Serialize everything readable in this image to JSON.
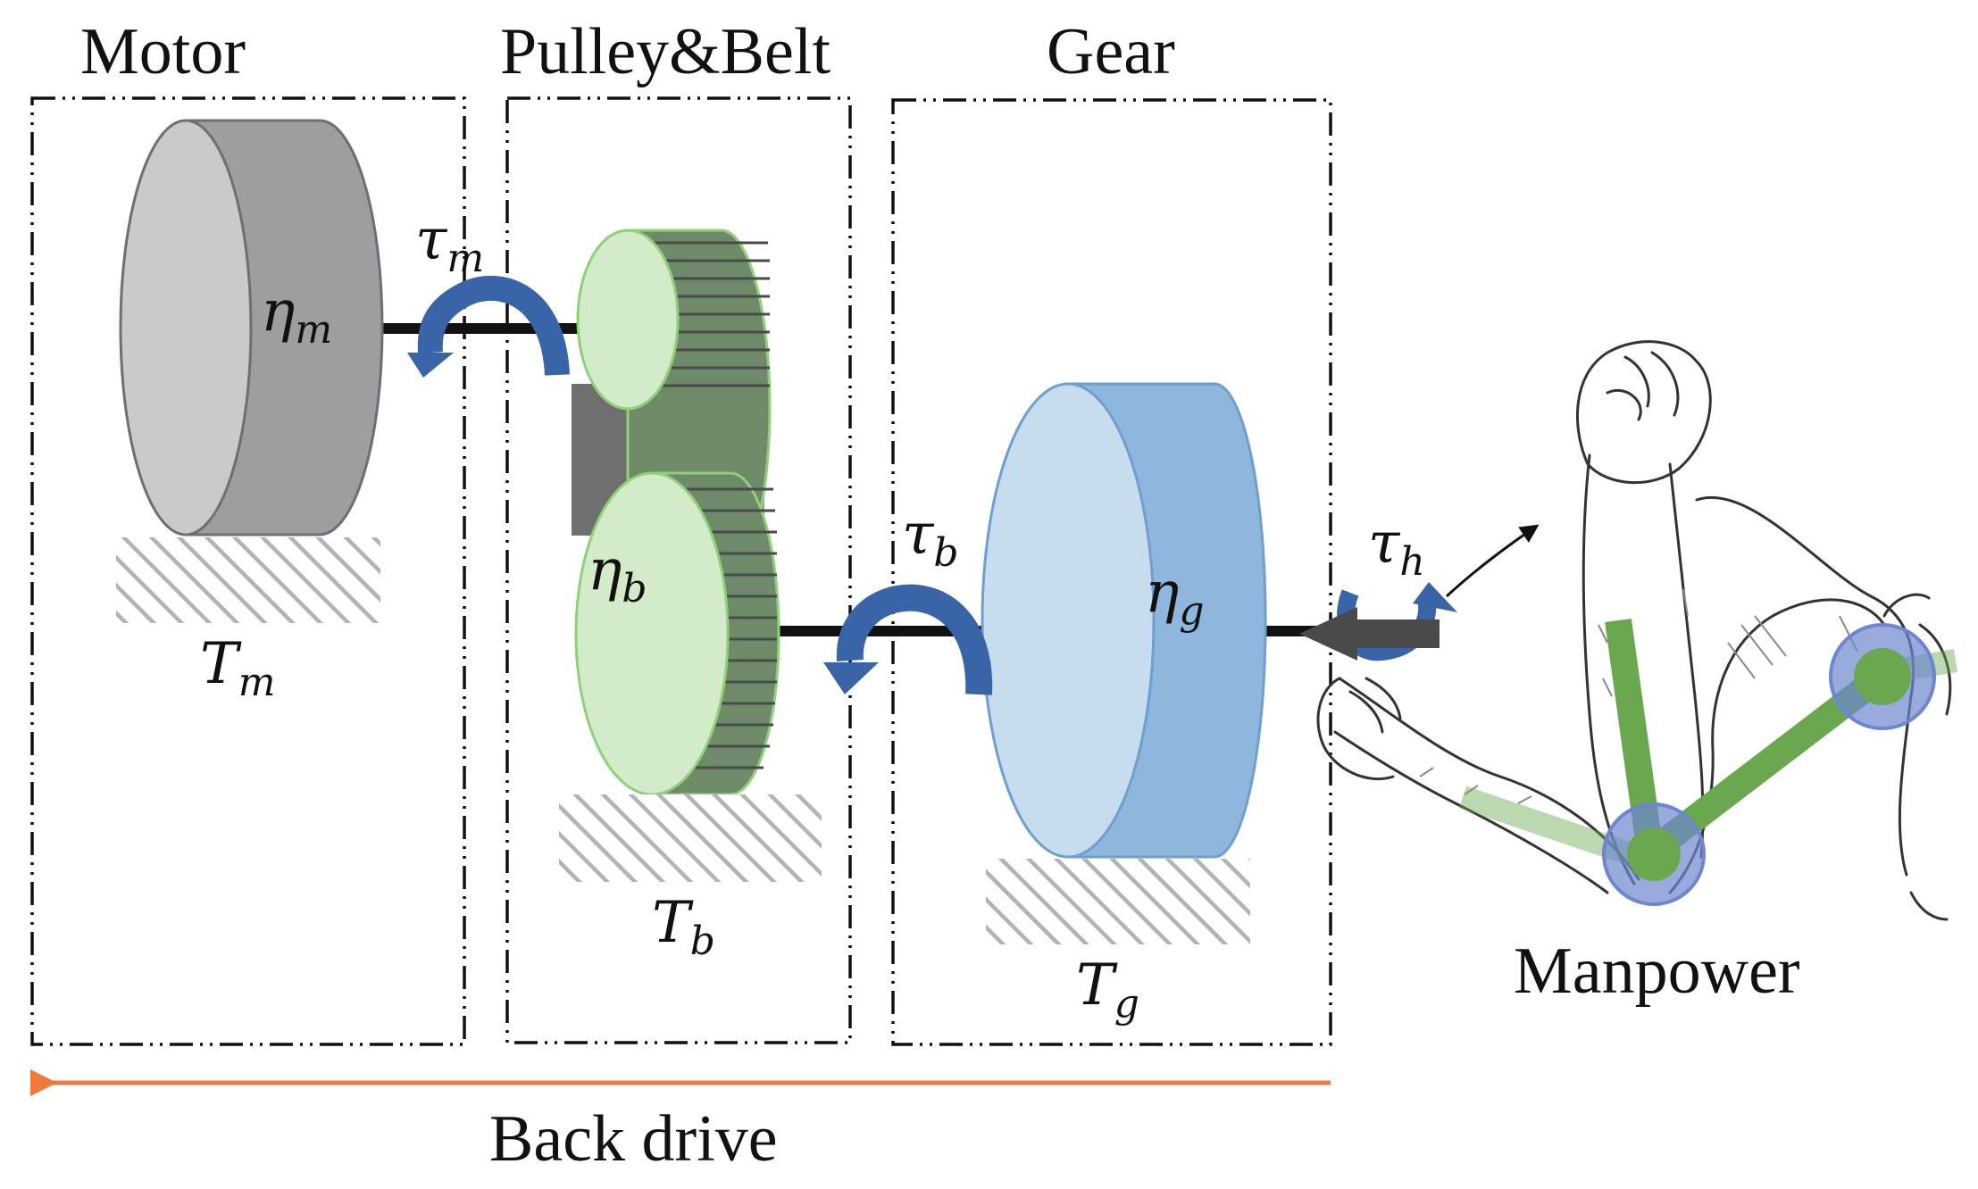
{
  "sections": {
    "motor": {
      "title": "Motor"
    },
    "pulley": {
      "title": "Pulley&Belt"
    },
    "gear": {
      "title": "Gear"
    }
  },
  "labels": {
    "tau_m": {
      "symbol": "τ",
      "sub": "m"
    },
    "eta_m": {
      "symbol": "η",
      "sub": "m"
    },
    "T_m": {
      "symbol": "T",
      "sub": "m"
    },
    "eta_b": {
      "symbol": "η",
      "sub": "b"
    },
    "T_b": {
      "symbol": "T",
      "sub": "b"
    },
    "tau_b": {
      "symbol": "τ",
      "sub": "b"
    },
    "eta_g": {
      "symbol": "η",
      "sub": "g"
    },
    "T_g": {
      "symbol": "T",
      "sub": "g"
    },
    "tau_h": {
      "symbol": "τ",
      "sub": "h"
    }
  },
  "manpower_label": "Manpower",
  "back_drive_label": "Back drive",
  "colors": {
    "motor_face": "#c9cacd",
    "motor_body": "#9c9ea2",
    "pulley_face": "#d3ebc8",
    "pulley_body": "#6f8a68",
    "pulley_edge": "#8fd07a",
    "gear_face": "#c7dcef",
    "gear_body": "#8fb6dd",
    "torque_arrow": "#3a64a8",
    "back_drive_arrow": "#ee7a3e",
    "limb": "#6aa84f",
    "joint": "#6d86cf"
  }
}
